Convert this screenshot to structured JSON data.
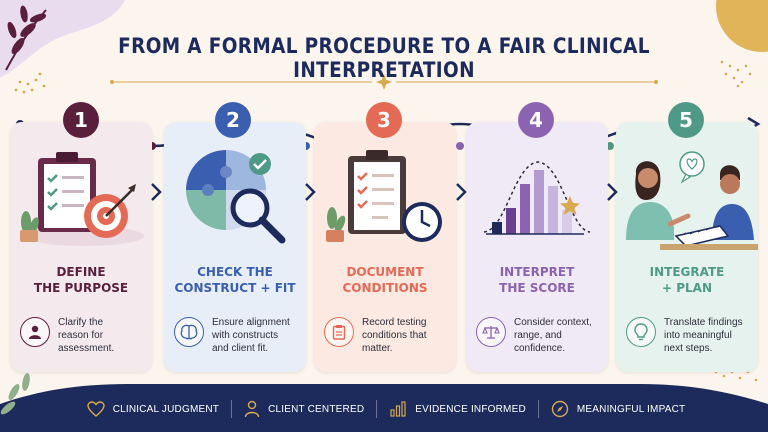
{
  "title": "FROM A FORMAL PROCEDURE TO A FAIR CLINICAL INTERPRETATION",
  "colors": {
    "navy": "#1d2a5c",
    "step1": "#5b1f3e",
    "step2": "#3b5fb0",
    "step3": "#e56a55",
    "step4": "#8c63b0",
    "step5": "#4f9a86",
    "gold": "#d9a94e"
  },
  "steps": [
    {
      "number": "1",
      "title": "DEFINE\nTHE PURPOSE",
      "description": "Clarify the\nreason for\nassessment.",
      "icon": "person-icon",
      "illustration": "clipboard-target-illustration"
    },
    {
      "number": "2",
      "title": "CHECK THE\nCONSTRUCT + FIT",
      "description": "Ensure alignment\nwith constructs\nand client fit.",
      "icon": "brain-icon",
      "illustration": "puzzle-magnifier-illustration"
    },
    {
      "number": "3",
      "title": "DOCUMENT\nCONDITIONS",
      "description": "Record testing\nconditions that\nmatter.",
      "icon": "clipboard-icon",
      "illustration": "checklist-clock-illustration"
    },
    {
      "number": "4",
      "title": "INTERPRET\nTHE SCORE",
      "description": "Consider context,\nrange, and\nconfidence.",
      "icon": "scale-icon",
      "illustration": "bell-curve-illustration"
    },
    {
      "number": "5",
      "title": "INTEGRATE\n+ PLAN",
      "description": "Translate findings\ninto meaningful\nnext steps.",
      "icon": "lightbulb-icon",
      "illustration": "conversation-illustration"
    }
  ],
  "footer": [
    {
      "label": "CLINICAL JUDGMENT",
      "icon": "heart-icon"
    },
    {
      "label": "CLIENT CENTERED",
      "icon": "person-icon"
    },
    {
      "label": "EVIDENCE INFORMED",
      "icon": "bar-chart-icon"
    },
    {
      "label": "MEANINGFUL IMPACT",
      "icon": "compass-icon"
    }
  ]
}
